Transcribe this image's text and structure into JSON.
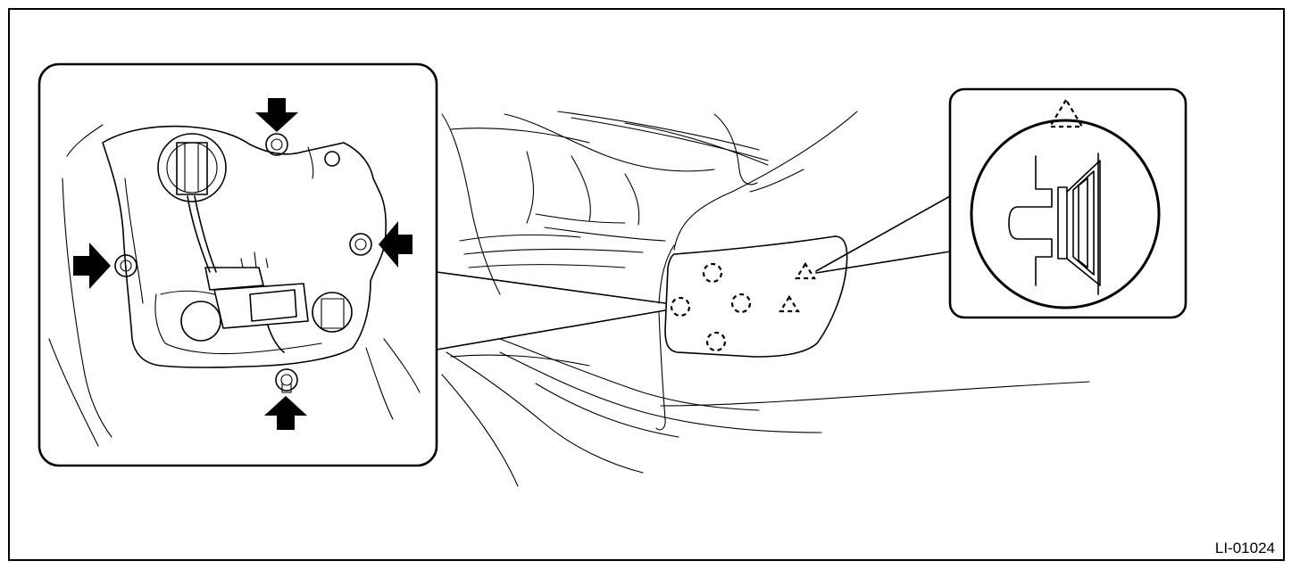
{
  "figure": {
    "reference_code": "LI-01024"
  },
  "legend_symbols": {
    "clip_symbol": "dashed-circle",
    "hook_symbol": "dashed-triangle"
  },
  "colors": {
    "line": "#000000",
    "background": "#ffffff"
  }
}
